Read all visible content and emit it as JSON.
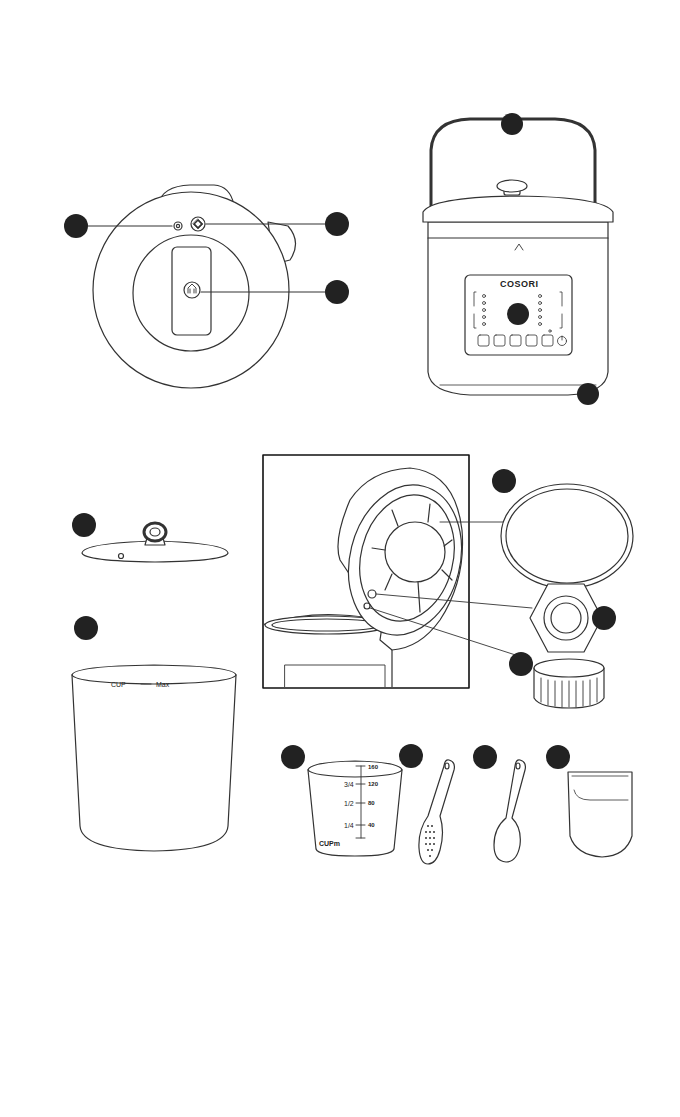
{
  "diagram": {
    "labels": [
      "COSORI",
      "CUP",
      "Max",
      "160",
      "3/4",
      "120",
      "1/2",
      "80",
      "1/4",
      "40",
      "CUPm"
    ]
  }
}
